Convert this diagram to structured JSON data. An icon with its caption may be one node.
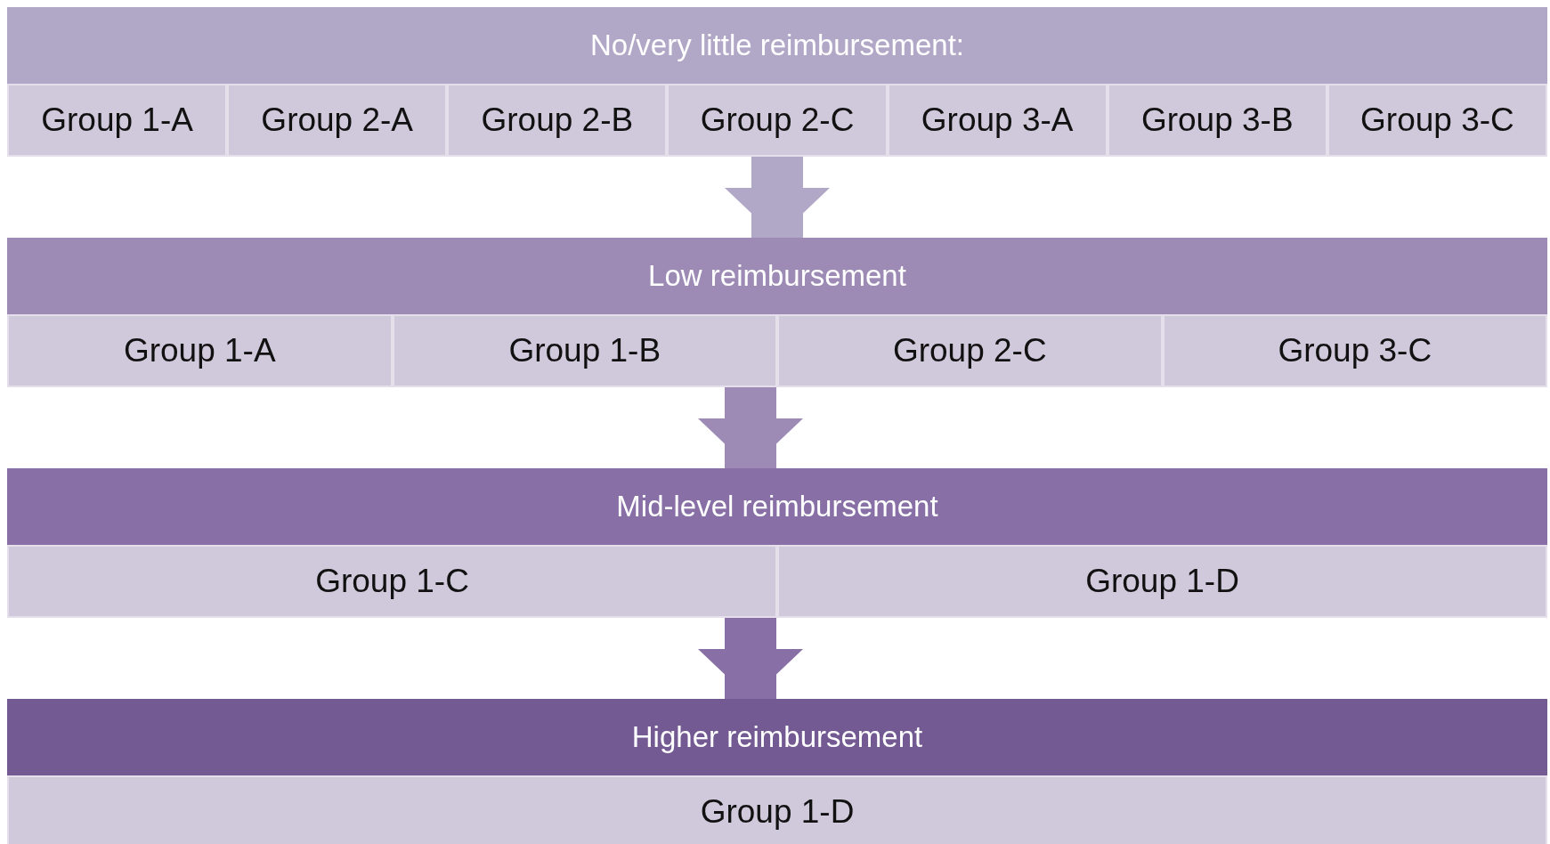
{
  "diagram": {
    "nodes": [
      {
        "text": [
          "No/very little reimbursement:"
        ]
      },
      {
        "text": [
          "Group 1-A"
        ]
      },
      {
        "text": [
          "Group 2-A"
        ]
      },
      {
        "text": [
          "Group 2-B"
        ]
      },
      {
        "text": [
          "Group 2-C"
        ]
      },
      {
        "text": [
          "Group 3-A"
        ]
      },
      {
        "text": [
          "Group 3-B"
        ]
      },
      {
        "text": [
          "Group 3-C"
        ]
      },
      {
        "text": [
          "Low reimbursement"
        ]
      },
      {
        "text": [
          "Group 1-A"
        ]
      },
      {
        "text": [
          "Group 1-B"
        ]
      },
      {
        "text": [
          "Group 2-C"
        ]
      },
      {
        "text": [
          "Group 3-C"
        ]
      },
      {
        "text": [
          "Mid-level reimbursement"
        ]
      },
      {
        "text": [
          "Group 1-C"
        ]
      },
      {
        "text": [
          "Group 1-D"
        ]
      },
      {
        "text": [
          "Higher reimbursement"
        ]
      },
      {
        "text": [
          "Group 1-D"
        ]
      }
    ],
    "edges": [
      {
        "from": 4,
        "to": 8,
        "arrow": "to",
        "color": "#b1a7c6"
      },
      {
        "from": 10,
        "to": 13,
        "arrow": "to",
        "color": "#9d8bb6"
      },
      {
        "from": 14,
        "to": 16,
        "arrow": "to",
        "color": "#8870a6"
      }
    ]
  }
}
